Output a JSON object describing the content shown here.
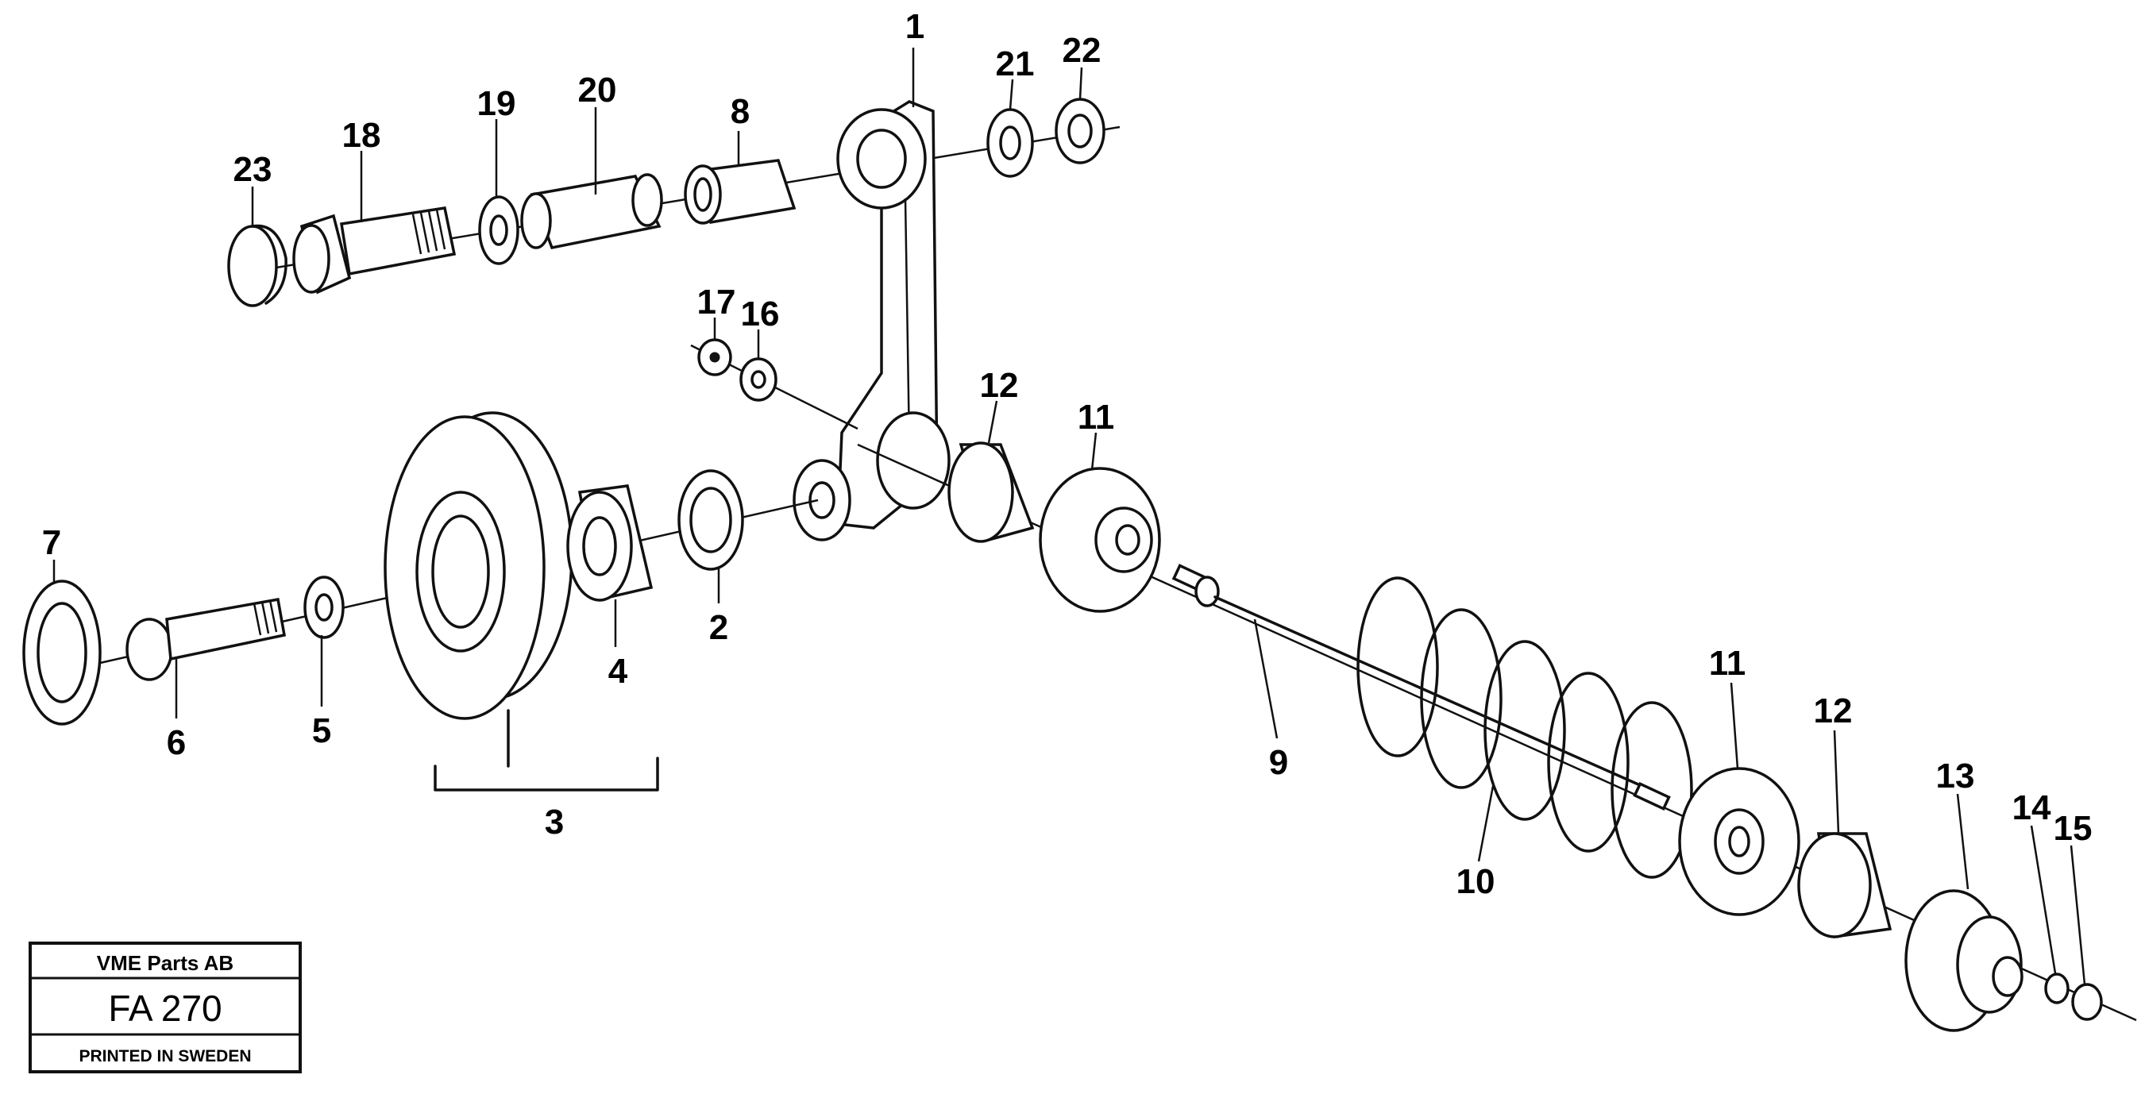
{
  "title_block": {
    "company": "VME Parts AB",
    "code": "FA 270",
    "printed": "PRINTED IN SWEDEN"
  },
  "part_labels": [
    "1",
    "2",
    "3",
    "4",
    "5",
    "6",
    "7",
    "8",
    "9",
    "10",
    "11",
    "12",
    "13",
    "14",
    "15",
    "16",
    "17",
    "18",
    "19",
    "20",
    "21",
    "22",
    "23"
  ],
  "callouts": {
    "c1": "1",
    "c2": "2",
    "c3": "3",
    "c4": "4",
    "c5": "5",
    "c6": "6",
    "c7": "7",
    "c8": "8",
    "c9": "9",
    "c10": "10",
    "c11a": "11",
    "c11b": "11",
    "c12a": "12",
    "c12b": "12",
    "c13": "13",
    "c14": "14",
    "c15": "15",
    "c16": "16",
    "c17": "17",
    "c18": "18",
    "c19": "19",
    "c20": "20",
    "c21": "21",
    "c22": "22",
    "c23": "23"
  }
}
